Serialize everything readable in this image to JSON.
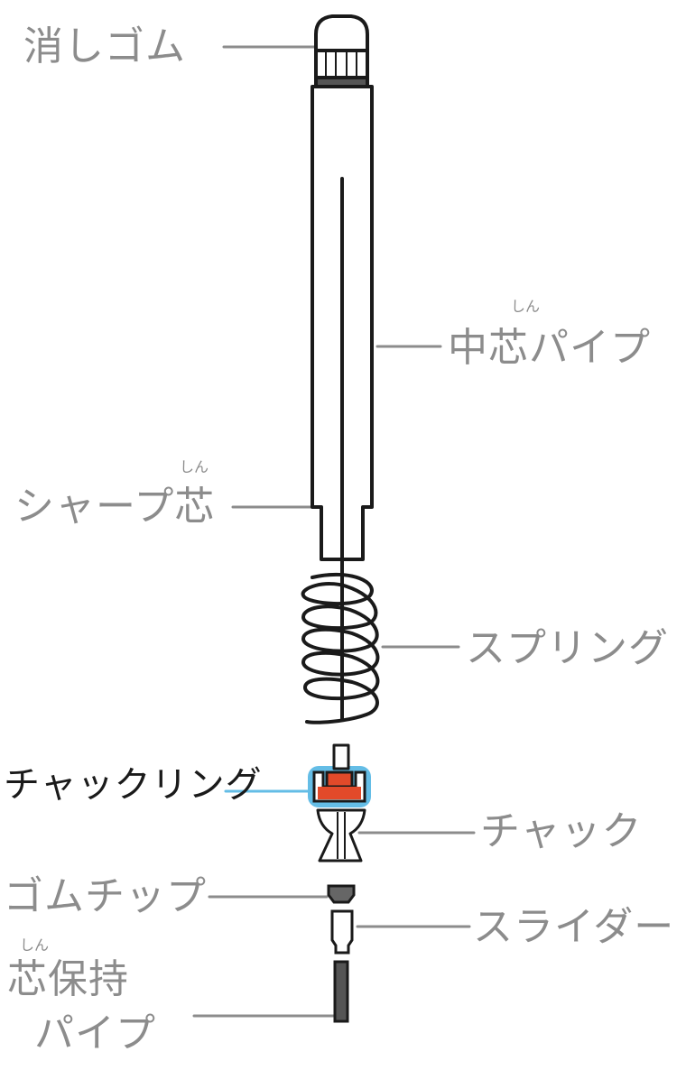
{
  "labels": {
    "eraser": "消しゴム",
    "center_pipe": "中芯パイプ",
    "center_pipe_ruby": "しん",
    "lead": "シャープ芯",
    "lead_ruby": "しん",
    "spring": "スプリング",
    "chuck_ring": "チャックリング",
    "chuck": "チャック",
    "rubber_tip": "ゴムチップ",
    "slider": "スライダー",
    "lead_holder_line1": "芯保持",
    "lead_holder_line2": "パイプ",
    "lead_holder_ruby": "しん"
  },
  "colors": {
    "label": "#8c8c8c",
    "highlight_label": "#1a1a1a",
    "highlight_outline": "#64bde6",
    "chuck_ring_fill": "#e24a2a",
    "outline": "#1a1a1a",
    "eraser_band": "#555555",
    "rubber_tip": "#666666"
  }
}
